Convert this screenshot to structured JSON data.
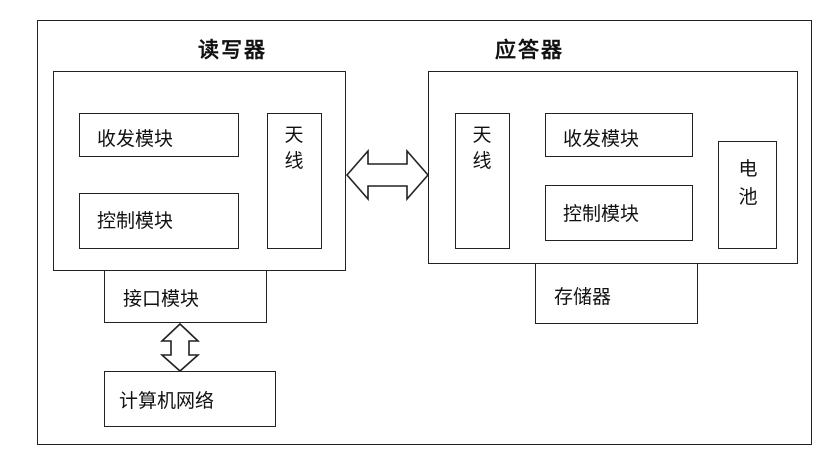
{
  "reader": {
    "title": "读写器",
    "transceiver": "收发模块",
    "control": "控制模块",
    "antenna": [
      "天",
      "线"
    ],
    "interface": "接口模块",
    "network": "计算机网络"
  },
  "transponder": {
    "title": "应答器",
    "antenna": [
      "天",
      "线"
    ],
    "transceiver": "收发模块",
    "control": "控制模块",
    "battery": [
      "电",
      "池"
    ],
    "memory": "存储器"
  }
}
